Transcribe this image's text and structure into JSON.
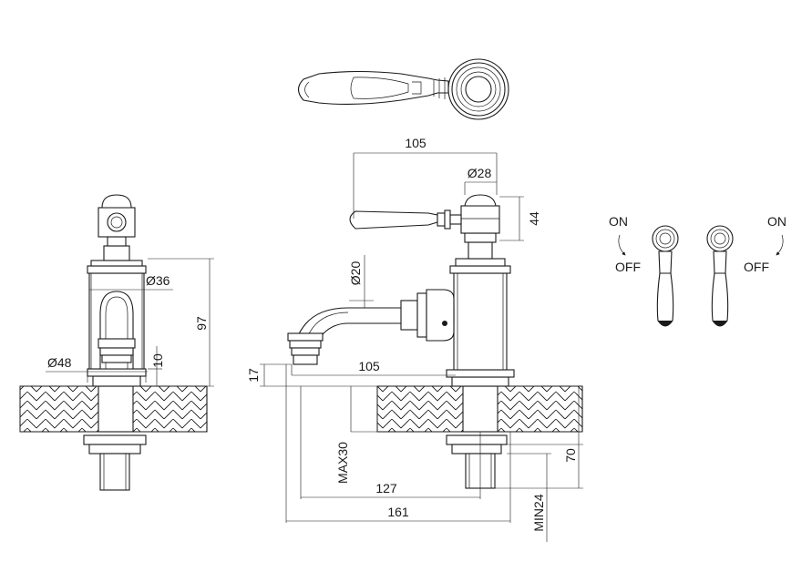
{
  "dimensions": {
    "top_width": "105",
    "handle_diameter": "Ø28",
    "handle_height": "44",
    "spout_diameter": "Ø20",
    "body_diameter": "Ø36",
    "height": "97",
    "base_diameter": "Ø48",
    "base_height": "10",
    "aerator_height": "17",
    "spout_reach": "105",
    "max_deck_thickness": "MAX30",
    "tail_length": "70",
    "hole_offset": "127",
    "overall_length": "161",
    "min_tail": "MIN24"
  },
  "operation": {
    "left": {
      "on_label": "ON",
      "off_label": "OFF"
    },
    "right": {
      "on_label": "ON",
      "off_label": "OFF"
    }
  }
}
